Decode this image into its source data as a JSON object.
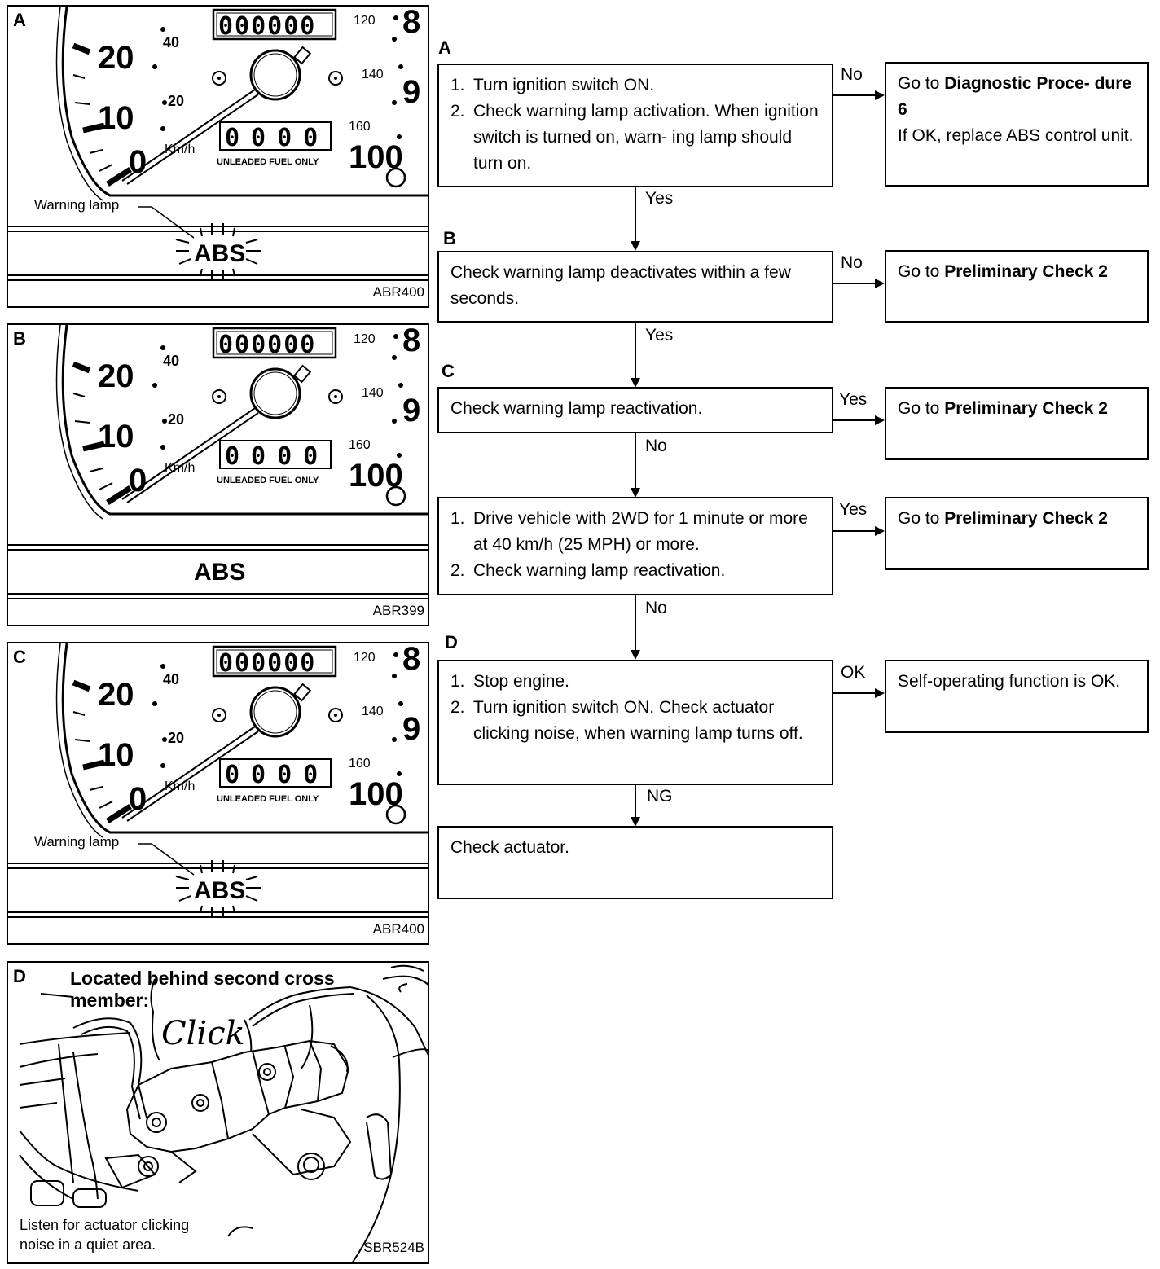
{
  "panels": {
    "A": {
      "letter": "A",
      "code": "ABR400",
      "warning_label": "Warning lamp",
      "abs": "ABS"
    },
    "B": {
      "letter": "B",
      "code": "ABR399",
      "abs": "ABS"
    },
    "C": {
      "letter": "C",
      "code": "ABR400",
      "warning_label": "Warning lamp",
      "abs": "ABS"
    },
    "D": {
      "letter": "D",
      "code": "SBR524B",
      "title_line1": "Located behind second cross",
      "title_line2": "member:",
      "click": "Click",
      "note_line1": "Listen for actuator clicking",
      "note_line2": "noise in a quiet area."
    }
  },
  "gauge": {
    "odometer": "000000",
    "trip": "0000",
    "fuel_note": "UNLEADED FUEL ONLY",
    "unit": "Km/h",
    "big_numbers": [
      "20",
      "10",
      "0",
      "100",
      "8",
      "9"
    ],
    "small_numbers": [
      "40",
      "20",
      "120",
      "140",
      "160"
    ]
  },
  "flow": {
    "steps": {
      "A": {
        "letter": "A",
        "items": [
          {
            "n": "1.",
            "t": "Turn ignition switch ON."
          },
          {
            "n": "2.",
            "t": "Check warning lamp activation. When ignition switch is turned on, warn- ing lamp should turn on."
          }
        ]
      },
      "B": {
        "letter": "B",
        "text": "Check warning lamp deactivates within a few seconds."
      },
      "C": {
        "letter": "C",
        "text": "Check warning lamp reactivation."
      },
      "C2": {
        "items": [
          {
            "n": "1.",
            "t": "Drive vehicle with 2WD for 1 minute or more at 40 km/h (25 MPH) or more."
          },
          {
            "n": "2.",
            "t": "Check warning lamp reactivation."
          }
        ]
      },
      "D": {
        "letter": "D",
        "items": [
          {
            "n": "1.",
            "t": "Stop engine."
          },
          {
            "n": "2.",
            "t": "Turn ignition switch ON. Check actuator clicking noise, when warning lamp turns off."
          }
        ]
      },
      "E": {
        "text": "Check actuator."
      }
    },
    "results": {
      "A": {
        "pre": "Go to ",
        "bold": "Diagnostic Proce- dure 6",
        "post": "If OK, replace ABS control unit."
      },
      "B": {
        "pre": "Go to ",
        "bold": "Preliminary Check 2"
      },
      "C": {
        "pre": "Go to ",
        "bold": "Preliminary Check 2"
      },
      "C2": {
        "pre": "Go to ",
        "bold": "Preliminary Check 2"
      },
      "D": {
        "text": "Self-operating function is OK."
      }
    },
    "edges": {
      "A_no": "No",
      "A_yes": "Yes",
      "B_no": "No",
      "B_yes": "Yes",
      "C_yes": "Yes",
      "C_no": "No",
      "C2_yes": "Yes",
      "C2_no": "No",
      "D_ok": "OK",
      "D_ng": "NG"
    }
  }
}
